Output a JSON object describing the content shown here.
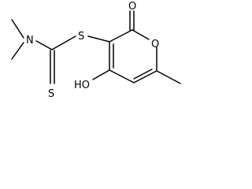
{
  "molecule": {
    "atoms": {
      "nitrogen": "N",
      "sulfur_thioester": "S",
      "sulfur_thione": "S",
      "oxygen_carbonyl": "O",
      "oxygen_ring": "O",
      "hydroxyl": "HO"
    }
  }
}
